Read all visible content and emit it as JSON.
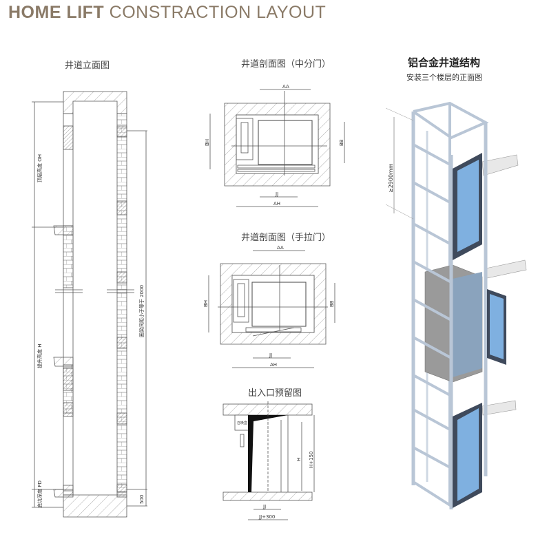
{
  "header": {
    "title_bold": "HOME LIFT",
    "title_light": "CONSTRACTION LAYOUT",
    "title_color": "#8a7a67"
  },
  "elevation_view": {
    "caption": "井道立面图",
    "labels": {
      "overhead": "顶层高度 OH",
      "travel": "提升高度 H",
      "pit": "底坑深度 PD",
      "wall_note": "圈梁间距小于等于 2000",
      "pit_dim": "500"
    }
  },
  "section_center_door": {
    "caption": "井道剖面图（中分门）",
    "labels": {
      "top": "AA",
      "bottom_inner": "JJ",
      "bottom_outer": "AH",
      "left": "BH",
      "right": "BB"
    }
  },
  "section_swing_door": {
    "caption": "井道剖面图（手拉门）",
    "labels": {
      "top": "AA",
      "bottom_inner": "JJ",
      "bottom_outer": "AH",
      "left": "BH",
      "right": "BB"
    }
  },
  "entrance_reserve": {
    "caption": "出入口预留图",
    "labels": {
      "box": "召唤盒",
      "height": "H",
      "height_plus": "H+150",
      "width": "JJ",
      "width_plus": "JJ+300"
    }
  },
  "aluminum_shaft": {
    "title": "铝合金井道结构",
    "subtitle": "安装三个楼层的正面图",
    "dimension": "≥2900mm",
    "colors": {
      "frame": "#b9c6d6",
      "glass": "#7fb0e0",
      "door_frame": "#3f4a5c",
      "cabin": "#9a9a9a"
    }
  }
}
